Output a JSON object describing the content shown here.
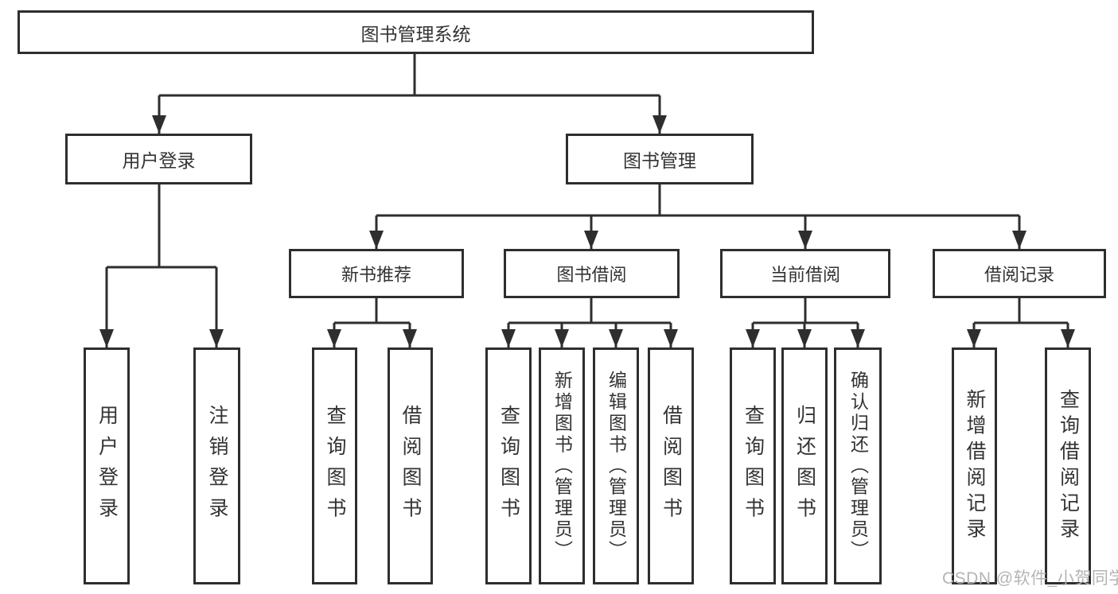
{
  "colors": {
    "background": "#ffffff",
    "line": "#2e2e2e",
    "box_border": "#2e2e2e",
    "text": "#333333",
    "watermark": "#b4b4b4"
  },
  "watermark": "CSDN @软件_小贺同学",
  "tree": {
    "root": {
      "label": "图书管理系统"
    },
    "branches": [
      {
        "label": "用户登录",
        "children": [
          {
            "label": "用户登录"
          },
          {
            "label": "注销登录"
          }
        ]
      },
      {
        "label": "图书管理",
        "sections": [
          {
            "label": "新书推荐",
            "children": [
              {
                "label": "查询图书"
              },
              {
                "label": "借阅图书"
              }
            ]
          },
          {
            "label": "图书借阅",
            "children": [
              {
                "label": "查询图书"
              },
              {
                "label": "新增图书（管理员）"
              },
              {
                "label": "编辑图书（管理员）"
              },
              {
                "label": "借阅图书"
              }
            ]
          },
          {
            "label": "当前借阅",
            "children": [
              {
                "label": "查询图书"
              },
              {
                "label": "归还图书"
              },
              {
                "label": "确认归还（管理员）"
              }
            ]
          },
          {
            "label": "借阅记录",
            "children": [
              {
                "label": "新增借阅记录"
              },
              {
                "label": "查询借阅记录"
              }
            ]
          }
        ]
      }
    ]
  }
}
